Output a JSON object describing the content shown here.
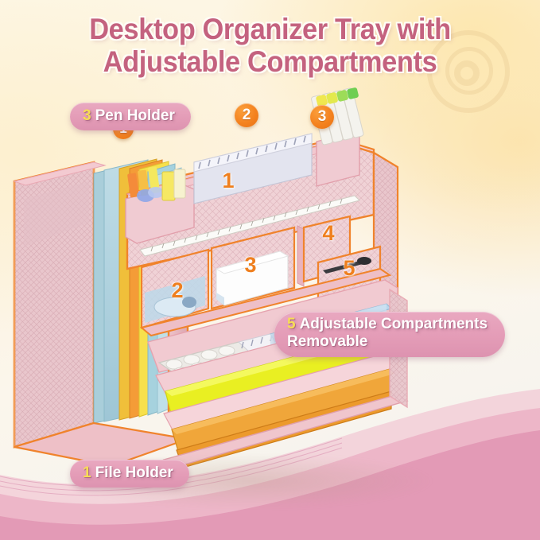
{
  "page": {
    "type": "product-infographic",
    "background_top_color": "#fdf3df",
    "background_bottom_color": "#f4f2ee"
  },
  "title": {
    "line1": "Desktop Organizer Tray with",
    "line2": "Adjustable Compartments",
    "color": "#c4627f",
    "outline_color": "#fffdf6"
  },
  "callouts": [
    {
      "id": "pen-holder",
      "number": "3",
      "text": "Pen Holder",
      "text2": ""
    },
    {
      "id": "adjustable",
      "number": "5",
      "text": "Adjustable Compartments",
      "text2": "Removable"
    },
    {
      "id": "file-holder",
      "number": "1",
      "text": "File Holder",
      "text2": ""
    }
  ],
  "callout_colors": {
    "pill_background": "#e49cb7",
    "number_color": "#f7dd55",
    "label_color": "#ffffff"
  },
  "product_badges": [
    {
      "id": "badge-pen-cup",
      "label": "1"
    },
    {
      "id": "badge-notebook",
      "label": "2"
    },
    {
      "id": "badge-marker-slot",
      "label": "3"
    },
    {
      "id": "badge-long-tray",
      "label": "1"
    },
    {
      "id": "badge-compartment-2",
      "label": "2"
    },
    {
      "id": "badge-compartment-3",
      "label": "3"
    },
    {
      "id": "badge-compartment-4",
      "label": "4"
    },
    {
      "id": "badge-compartment-5",
      "label": "5"
    }
  ],
  "product": {
    "name": "Pink mesh desktop organizer tray",
    "frame_color": "#e9b3bd",
    "edge_highlight_color": "#f4812a",
    "mesh_color": "#e7c3c9",
    "file_holder_folders": [
      "#a8cfdc",
      "#f2c33c",
      "#f59b35",
      "#f7e14a",
      "#9fd2e0"
    ],
    "bottom_tray_items": [
      "#e8f024",
      "#f0a63a",
      "#ef9a2e"
    ]
  }
}
